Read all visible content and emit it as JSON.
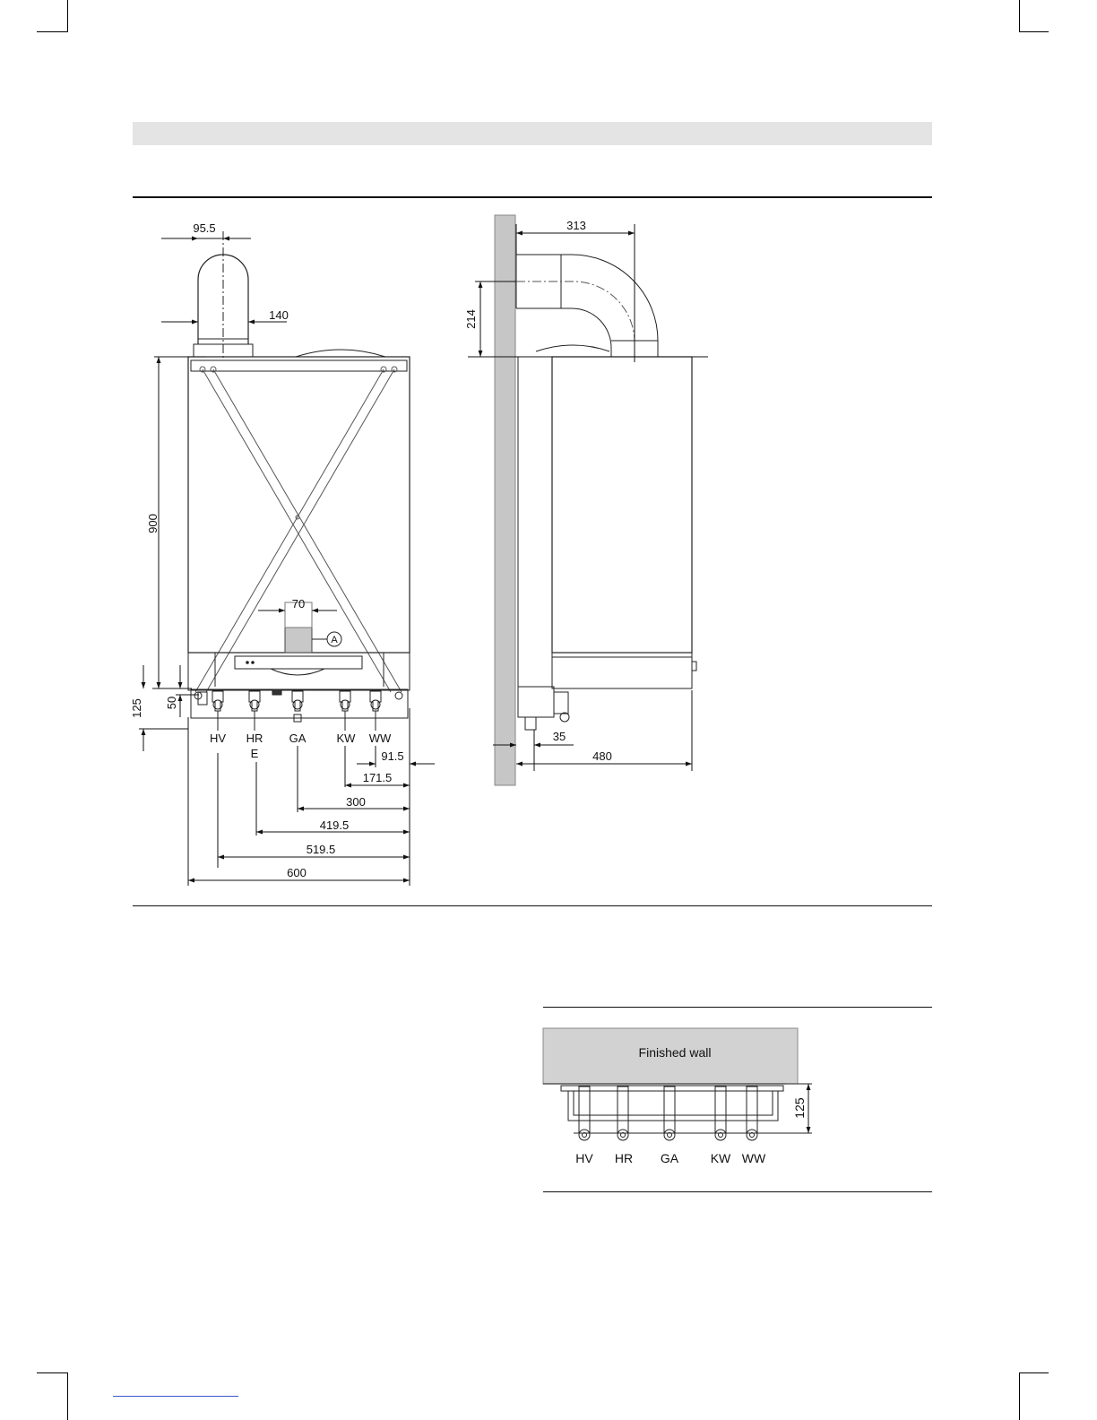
{
  "front_view": {
    "dim_flue_offset": "95.5",
    "dim_flue_diameter": "140",
    "dim_height": "900",
    "dim_bracket_width": "70",
    "label_a": "A",
    "dim_125": "125",
    "dim_50": "50",
    "connections": [
      "HV",
      "HR",
      "GA",
      "KW",
      "WW"
    ],
    "connection_e": "E",
    "dim_91_5": "91.5",
    "dim_171_5": "171.5",
    "dim_300": "300",
    "dim_419_5": "419.5",
    "dim_519_5": "519.5",
    "dim_600": "600"
  },
  "side_view": {
    "dim_313": "313",
    "dim_214": "214",
    "dim_35": "35",
    "dim_480": "480"
  },
  "detail_view": {
    "wall_label": "Finished wall",
    "dim_125": "125",
    "connections": [
      "HV",
      "HR",
      "GA",
      "KW",
      "WW"
    ]
  }
}
